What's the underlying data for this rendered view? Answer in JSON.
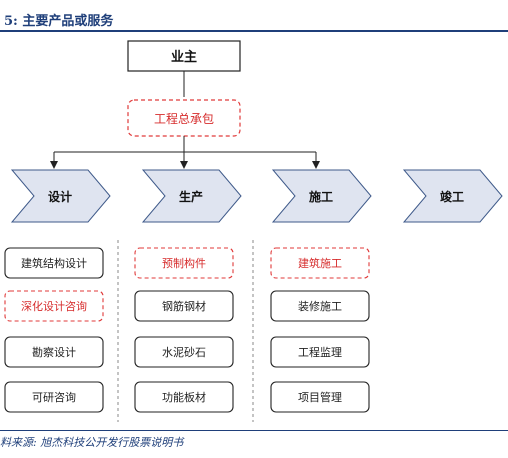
{
  "header": {
    "title": "5:  主要产品或服务"
  },
  "diagram": {
    "owner": "业主",
    "contractor": "工程总承包",
    "stages": [
      "设计",
      "生产",
      "施工",
      "竣工"
    ],
    "columns": [
      {
        "stage": "设计",
        "items": [
          {
            "label": "建筑结构设计",
            "highlight": false
          },
          {
            "label": "深化设计咨询",
            "highlight": true
          },
          {
            "label": "勘察设计",
            "highlight": false
          },
          {
            "label": "可研咨询",
            "highlight": false
          }
        ]
      },
      {
        "stage": "生产",
        "items": [
          {
            "label": "预制构件",
            "highlight": true
          },
          {
            "label": "钢筋钢材",
            "highlight": false
          },
          {
            "label": "水泥砂石",
            "highlight": false
          },
          {
            "label": "功能板材",
            "highlight": false
          }
        ]
      },
      {
        "stage": "施工",
        "items": [
          {
            "label": "建筑施工",
            "highlight": true
          },
          {
            "label": "装修施工",
            "highlight": false
          },
          {
            "label": "工程监理",
            "highlight": false
          },
          {
            "label": "项目管理",
            "highlight": false
          }
        ]
      }
    ]
  },
  "footer": {
    "source": "料来源:  旭杰科技公开发行股票说明书"
  },
  "colors": {
    "accent": "#1f3f7a",
    "highlight": "#e03a3a",
    "chevron_fill": "#dfe4f0",
    "chevron_stroke": "#3f5a8a",
    "box_stroke": "#222222"
  }
}
